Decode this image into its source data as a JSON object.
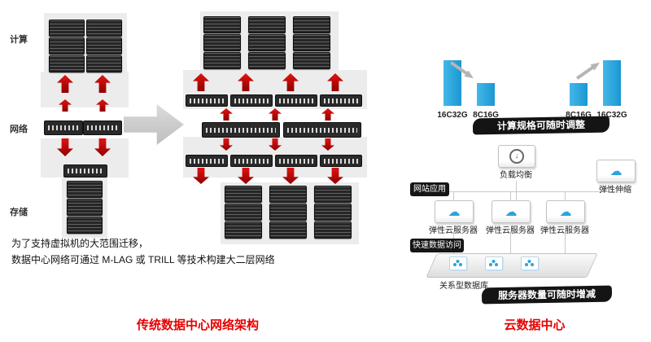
{
  "left_panel": {
    "layers": [
      "计算",
      "网络",
      "存储"
    ],
    "notes": {
      "line1": "为了支持虚拟机的大范围迁移，",
      "line2": "数据中心网络可通过 M-LAG 或 TRILL 等技术构建大二层网络"
    },
    "caption": "传统数据中心网络架构"
  },
  "right_panel": {
    "scaling": {
      "down": {
        "bars": [
          {
            "label": "16C32G",
            "size": "large"
          },
          {
            "label": "8C16G",
            "size": "small"
          }
        ]
      },
      "up": {
        "bars": [
          {
            "label": "8C16G",
            "size": "small"
          },
          {
            "label": "16C32G",
            "size": "large"
          }
        ]
      },
      "banner": "计算规格可随时调整"
    },
    "cloud_arch": {
      "load_balancer": "负载均衡",
      "web_app": "网站应用",
      "auto_scaling": "弹性伸缩",
      "ecs": "弹性云服务器",
      "fast_data_access": "快速数据访问",
      "rds": "关系型数据库",
      "banner": "服务器数量可随时增减"
    },
    "caption": "云数据中心"
  },
  "glyphs": {
    "cloud": "☁",
    "down_arrow": "↓"
  },
  "colors": {
    "bar_blue": "#2BA3DC",
    "arrow_red": "#C00000",
    "banner_bg": "#141414",
    "caption_red": "#E60000",
    "gray_arrow": "#CFCFCF"
  }
}
